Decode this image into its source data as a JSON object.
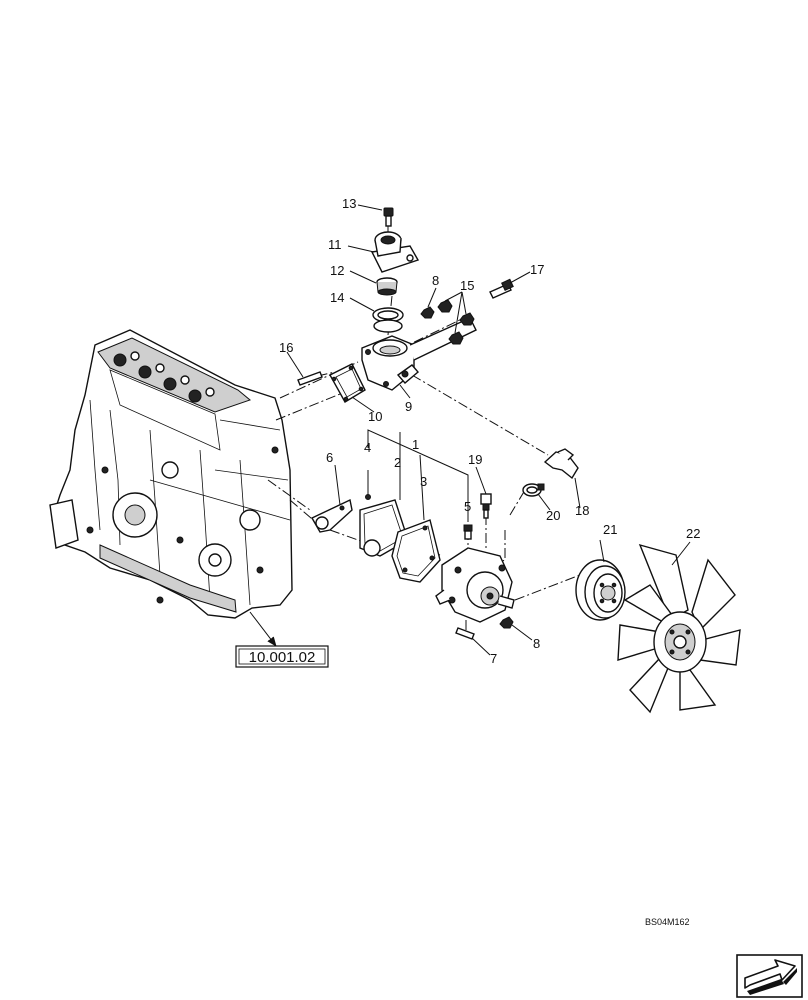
{
  "diagram": {
    "reference_label": "10.001.02",
    "drawing_code": "BS04M162",
    "callouts": [
      "1",
      "2",
      "3",
      "4",
      "5",
      "6",
      "7",
      "8",
      "8",
      "9",
      "10",
      "11",
      "12",
      "13",
      "14",
      "15",
      "16",
      "17",
      "18",
      "19",
      "20",
      "21",
      "22"
    ]
  },
  "nav": {
    "next_icon": "arrow-next-icon"
  }
}
